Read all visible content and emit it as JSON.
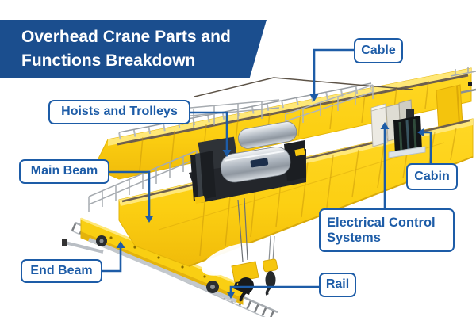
{
  "title": {
    "line1": "Overhead Crane Parts and",
    "line2": "Functions Breakdown"
  },
  "labels": {
    "cable": {
      "text": "Cable"
    },
    "hoists_and_trolleys": {
      "text": "Hoists and Trolleys"
    },
    "main_beam": {
      "text": "Main Beam"
    },
    "end_beam": {
      "text": "End Beam"
    },
    "cabin": {
      "text": "Cabin"
    },
    "electrical_control_systems": {
      "text": "Electrical Control Systems"
    },
    "rail": {
      "text": "Rail"
    }
  },
  "colors": {
    "banner_blue": "#1b4e8e",
    "label_blue": "#1d5ca7",
    "crane_yellow": "#fdd018",
    "crane_yellow_highlight": "#ffe878",
    "crane_yellow_shade": "#e6ad08",
    "hoist_dark": "#23262b",
    "chrome": "#d9dee3",
    "rail_gray": "#7a7d80"
  },
  "diagram": {
    "type": "labeled-parts-diagram",
    "subject": "double girder overhead bridge crane"
  }
}
